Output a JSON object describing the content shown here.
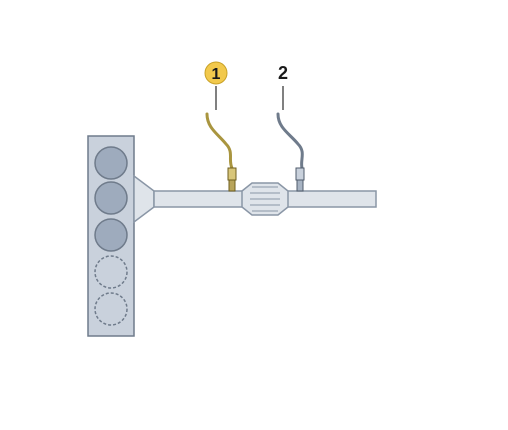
{
  "callouts": [
    {
      "label": "1",
      "highlighted": true
    },
    {
      "label": "2",
      "highlighted": false
    }
  ],
  "engine_block": {
    "cylinders_total": 5,
    "cylinders_solid": 3,
    "cylinders_dashed": 2
  },
  "colors": {
    "block_fill": "#c9d1dc",
    "block_stroke": "#6f7b8b",
    "cylinder_fill": "#9eabbd",
    "pipe_fill": "#dfe4ea",
    "pipe_stroke": "#8a96a6",
    "sensor_1_wire": "#a9953f",
    "sensor_2_wire": "#6f7b8b",
    "callout_1_badge": "#f2c94c",
    "callout_text": "#1a1a1a"
  },
  "icons": {
    "sensor_1": "oxygen-sensor-icon",
    "sensor_2": "oxygen-sensor-icon",
    "converter": "catalytic-converter-icon"
  }
}
